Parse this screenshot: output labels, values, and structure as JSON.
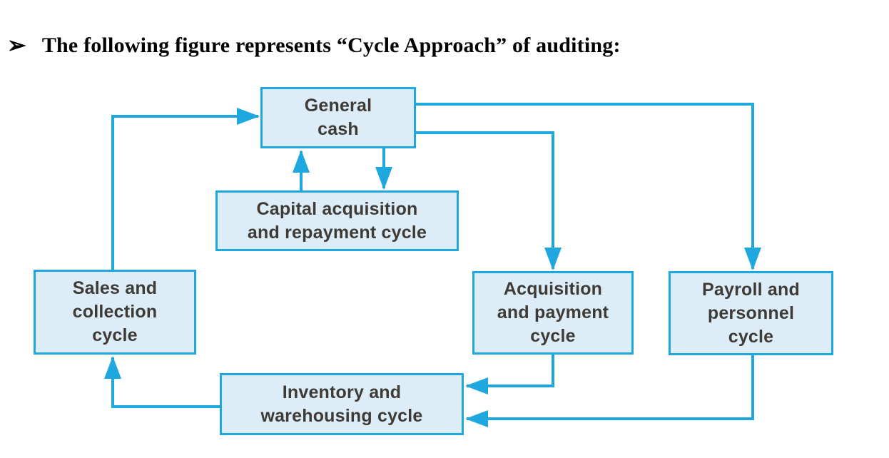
{
  "title": {
    "bullet": "➢",
    "text": "The following figure represents “Cycle Approach” of auditing:"
  },
  "colors": {
    "accent": "#1fa7e0",
    "box_fill": "#dcedf8",
    "box_text": "#3e3a36",
    "title_text": "#000000",
    "page_bg": "#ffffff"
  },
  "diagram": {
    "nodes": [
      {
        "id": "general-cash",
        "label": "General cash",
        "lines": [
          "General",
          "cash"
        ]
      },
      {
        "id": "capital-acquisition-and-repayment-cycle",
        "label": "Capital acquisition and repayment cycle",
        "lines": [
          "Capital acquisition",
          "and repayment cycle"
        ]
      },
      {
        "id": "sales-and-collection-cycle",
        "label": "Sales and collection cycle",
        "lines": [
          "Sales and",
          "collection",
          "cycle"
        ]
      },
      {
        "id": "acquisition-and-payment-cycle",
        "label": "Acquisition and payment cycle",
        "lines": [
          "Acquisition",
          "and payment",
          "cycle"
        ]
      },
      {
        "id": "payroll-and-personnel-cycle",
        "label": "Payroll and personnel cycle",
        "lines": [
          "Payroll and",
          "personnel",
          "cycle"
        ]
      },
      {
        "id": "inventory-and-warehousing-cycle",
        "label": "Inventory and warehousing cycle",
        "lines": [
          "Inventory and",
          "warehousing cycle"
        ]
      }
    ],
    "edges": [
      {
        "from": "sales-and-collection-cycle",
        "to": "general-cash"
      },
      {
        "from": "capital-acquisition-and-repayment-cycle",
        "to": "general-cash"
      },
      {
        "from": "general-cash",
        "to": "capital-acquisition-and-repayment-cycle"
      },
      {
        "from": "general-cash",
        "to": "acquisition-and-payment-cycle"
      },
      {
        "from": "general-cash",
        "to": "payroll-and-personnel-cycle"
      },
      {
        "from": "acquisition-and-payment-cycle",
        "to": "inventory-and-warehousing-cycle"
      },
      {
        "from": "payroll-and-personnel-cycle",
        "to": "inventory-and-warehousing-cycle"
      },
      {
        "from": "inventory-and-warehousing-cycle",
        "to": "sales-and-collection-cycle"
      }
    ]
  }
}
